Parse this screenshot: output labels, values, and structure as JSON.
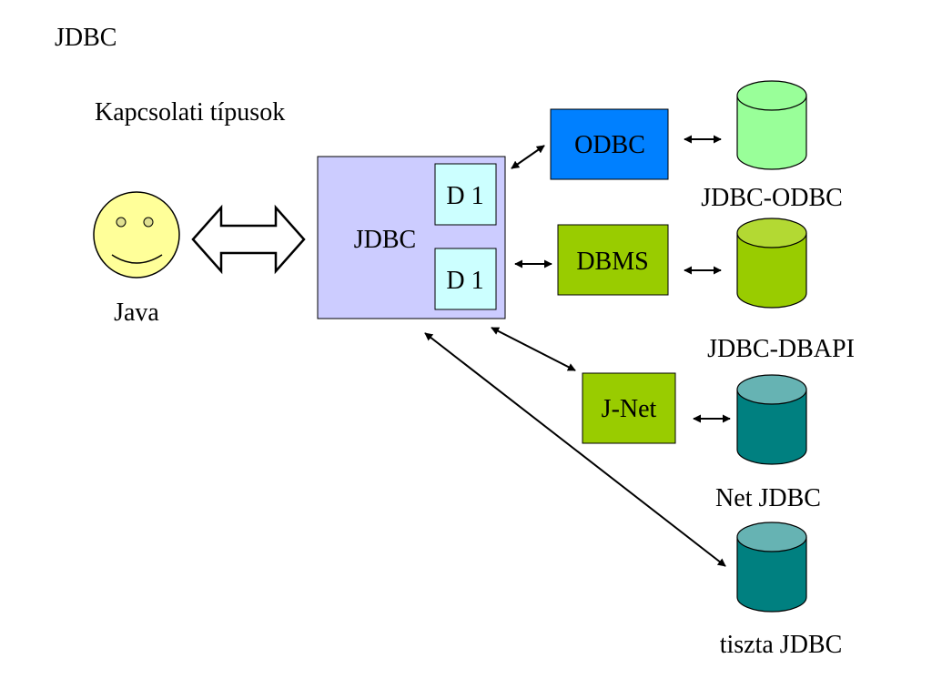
{
  "title": "JDBC",
  "subtitle": "Kapcsolati típusok",
  "java": {
    "label": "Java",
    "icon": "smiley-face-icon"
  },
  "jdbc_box": {
    "label": "JDBC",
    "drivers": [
      "D 1",
      "D 1"
    ]
  },
  "middle_boxes": {
    "odbc": "ODBC",
    "dbms": "DBMS",
    "jnet": "J-Net"
  },
  "databases": [
    {
      "label": "JDBC-ODBC",
      "icon": "database-cylinder-icon",
      "color": "#99ff99"
    },
    {
      "label": "JDBC-DBAPI",
      "icon": "database-cylinder-icon",
      "color": "#99cc00"
    },
    {
      "label": "Net JDBC",
      "icon": "database-cylinder-icon",
      "color": "#008080"
    },
    {
      "label": "tiszta JDBC",
      "icon": "database-cylinder-icon",
      "color": "#008080"
    }
  ],
  "colors": {
    "jdbc_box": "#ccccff",
    "driver_box": "#ccffff",
    "odbc_box": "#0080ff",
    "dbms_box": "#99cc00",
    "jnet_box": "#99cc00",
    "face": "#ffff99"
  }
}
